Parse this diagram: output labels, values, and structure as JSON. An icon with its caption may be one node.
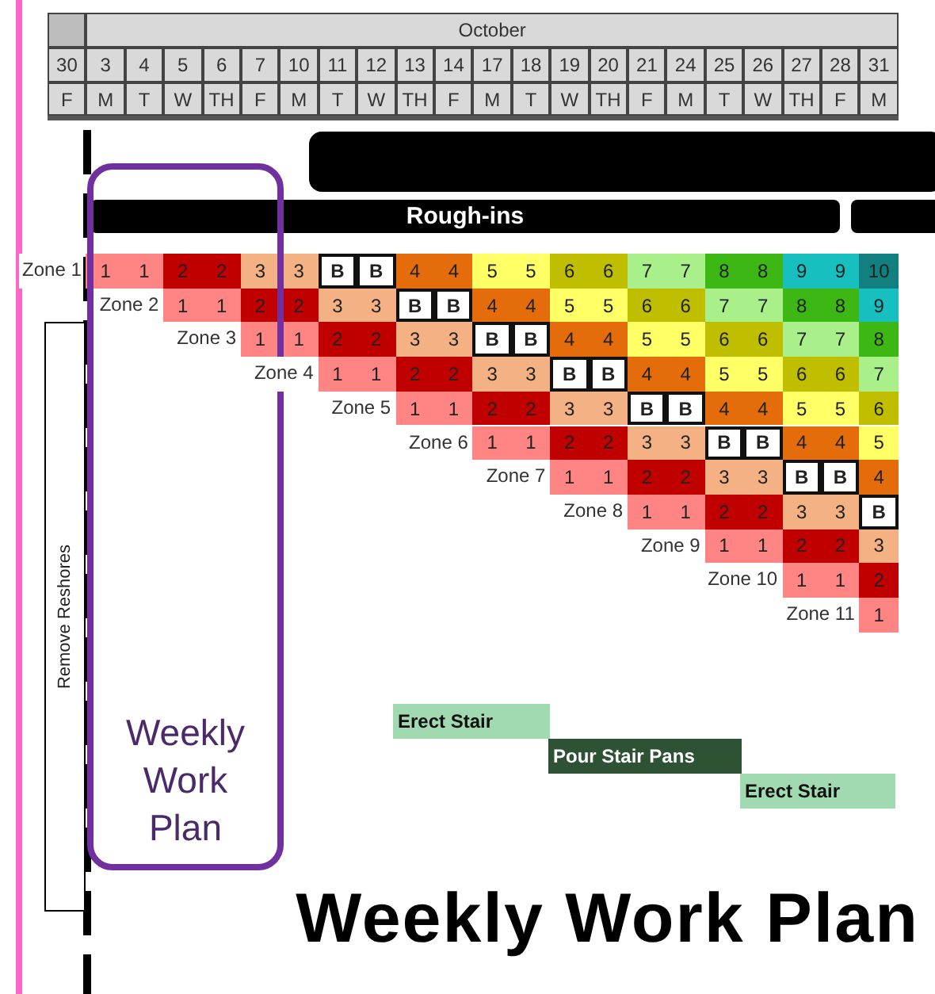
{
  "diagram": {
    "title": "Weekly Work Plan",
    "nodes": [
      {
        "text": [],
        "shape": "bar"
      },
      {
        "text": [
          "Rough-ins"
        ]
      },
      {
        "text": [],
        "shape": "bar"
      },
      {
        "text": [
          "Remove Reshores"
        ]
      },
      {
        "text": [
          "Weekly Work Plan"
        ]
      },
      {
        "text": [
          "Erect Stair"
        ]
      },
      {
        "text": [
          "Pour Stair Pans"
        ]
      },
      {
        "text": [
          "Erect Stair"
        ]
      }
    ],
    "labels": [
      "October",
      "30",
      "3",
      "4",
      "5",
      "6",
      "7",
      "10",
      "11",
      "12",
      "13",
      "14",
      "17",
      "18",
      "19",
      "20",
      "21",
      "24",
      "25",
      "26",
      "27",
      "28",
      "31",
      "F",
      "M",
      "T",
      "W",
      "TH",
      "F",
      "M",
      "T",
      "W",
      "TH",
      "F",
      "M",
      "T",
      "W",
      "TH",
      "F",
      "M",
      "T",
      "W",
      "TH",
      "F",
      "M",
      "Zone 1",
      "1",
      "1",
      "2",
      "2",
      "3",
      "3",
      "B",
      "B",
      "4",
      "4",
      "5",
      "5",
      "6",
      "6",
      "7",
      "7",
      "8",
      "8",
      "9",
      "9",
      "10",
      "Zone 2",
      "1",
      "1",
      "2",
      "2",
      "3",
      "3",
      "B",
      "B",
      "4",
      "4",
      "5",
      "5",
      "6",
      "6",
      "7",
      "7",
      "8",
      "8",
      "9",
      "Zone 3",
      "1",
      "1",
      "2",
      "2",
      "3",
      "3",
      "B",
      "B",
      "4",
      "4",
      "5",
      "5",
      "6",
      "6",
      "7",
      "7",
      "8",
      "Zone 4",
      "1",
      "1",
      "2",
      "2",
      "3",
      "3",
      "B",
      "B",
      "4",
      "4",
      "5",
      "5",
      "6",
      "6",
      "7",
      "Zone 5",
      "1",
      "1",
      "2",
      "2",
      "3",
      "3",
      "B",
      "B",
      "4",
      "4",
      "5",
      "5",
      "6",
      "Zone 6",
      "1",
      "1",
      "2",
      "2",
      "3",
      "3",
      "B",
      "B",
      "4",
      "4",
      "5",
      "Zone 7",
      "1",
      "1",
      "2",
      "2",
      "3",
      "3",
      "B",
      "B",
      "4",
      "Zone 8",
      "1",
      "1",
      "2",
      "2",
      "3",
      "3",
      "B",
      "Zone 9",
      "1",
      "1",
      "2",
      "2",
      "3",
      "Zone 10",
      "1",
      "1",
      "2",
      "Zone 11",
      "1"
    ]
  }
}
